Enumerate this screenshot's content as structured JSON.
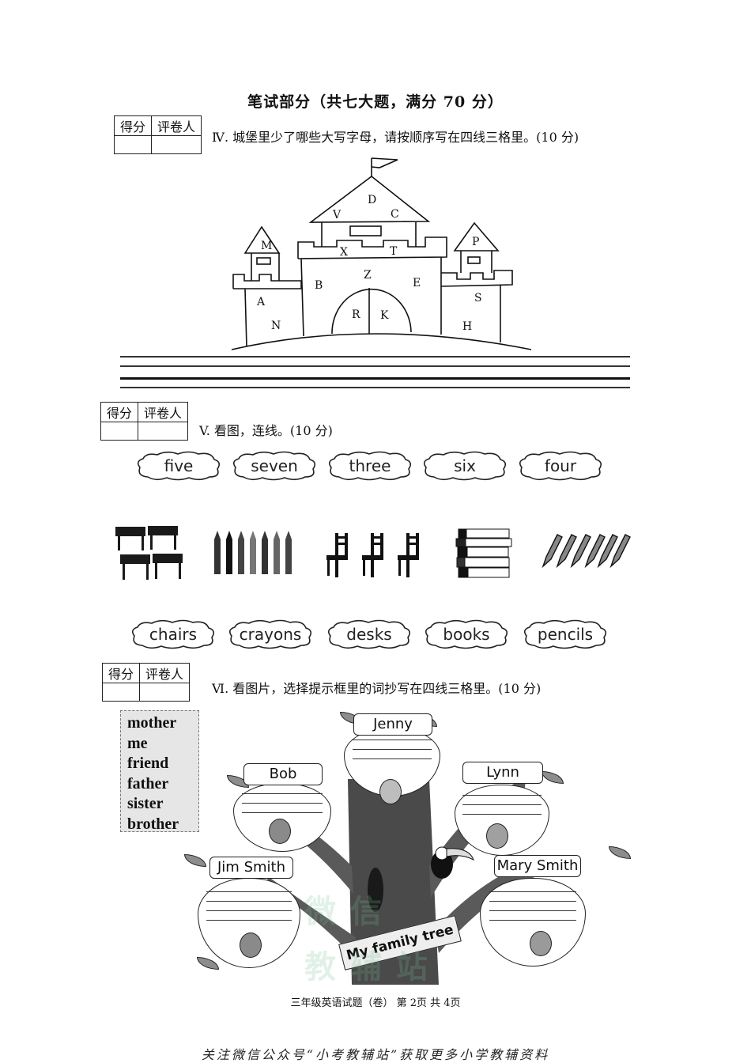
{
  "header": {
    "title": "笔试部分（共七大题，满分 70 分）"
  },
  "score_box": {
    "score_label": "得分",
    "grader_label": "评卷人"
  },
  "section_iv": {
    "title": "Ⅳ. 城堡里少了哪些大写字母，请按顺序写在四线三格里。(10 分)",
    "castle_letters": [
      "D",
      "V",
      "C",
      "M",
      "P",
      "X",
      "T",
      "Z",
      "B",
      "E",
      "A",
      "S",
      "R",
      "K",
      "N",
      "H"
    ]
  },
  "section_v": {
    "title": "V. 看图，连线。(10 分)",
    "numbers": [
      "five",
      "seven",
      "three",
      "six",
      "four"
    ],
    "pictures": [
      {
        "name": "desks-picture",
        "count": 4
      },
      {
        "name": "crayons-picture",
        "count": 7
      },
      {
        "name": "chairs-picture",
        "count": 3
      },
      {
        "name": "books-picture",
        "count": 5
      },
      {
        "name": "pencils-picture",
        "count": 6
      }
    ],
    "nouns": [
      "chairs",
      "crayons",
      "desks",
      "books",
      "pencils"
    ]
  },
  "section_vi": {
    "title": "Ⅵ. 看图片，选择提示框里的词抄写在四线三格里。(10 分)",
    "word_box": [
      "mother",
      "me",
      "friend",
      "father",
      "sister",
      "brother"
    ],
    "family_members": [
      "Jenny",
      "Bob",
      "Lynn",
      "Jim Smith",
      "Mary Smith"
    ],
    "sign": "My family tree"
  },
  "watermark": {
    "line1": "微信",
    "line2": "教辅站"
  },
  "footer": {
    "text": "三年级英语试题（卷）    第 2页   共 4页"
  },
  "bottom_note": "关注微信公众号“小考教辅站”获取更多小学教辅资料"
}
